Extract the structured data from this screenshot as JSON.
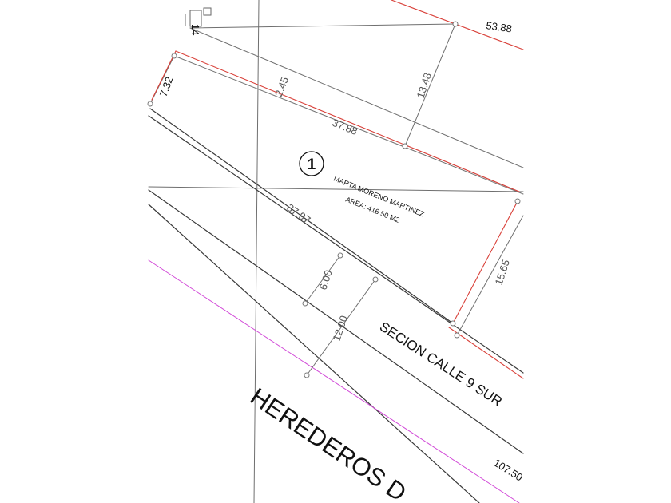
{
  "lot": {
    "number": "1",
    "owner": "MARTA MORENO MARTINEZ",
    "area": "AREA: 416.50 M2"
  },
  "street_label": "SECION CALLE 9 SUR",
  "neighbor_label": "HEREDEROS D",
  "dimensions": {
    "top_right": "53.88",
    "top_width": "13.48",
    "left_short": "2.45",
    "left_edge": "7.32",
    "corner": "14",
    "north_side": "37.88",
    "south_side": "37.97",
    "east_side": "15.65",
    "section_6": "6.00",
    "section_12": "12.00",
    "bottom_right": "107.50"
  }
}
